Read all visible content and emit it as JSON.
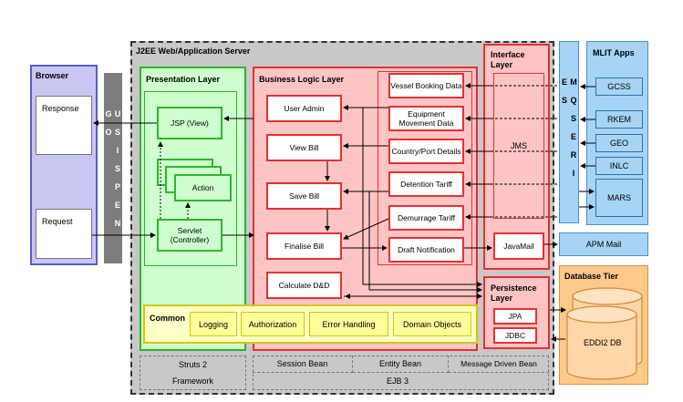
{
  "server": {
    "title": "J2EE Web/Application Server"
  },
  "browser": {
    "title": "Browser",
    "response": "Response",
    "request": "Request"
  },
  "usi": {
    "text": "U S I   S P E N G O"
  },
  "presentation": {
    "title": "Presentation Layer",
    "jsp": "JSP (View)",
    "action": "Action",
    "servlet": "Servlet (Controller)"
  },
  "business": {
    "title": "Business Logic Layer",
    "user_admin": "User Admin",
    "view_bill": "View Bill",
    "save_bill": "Save Bill",
    "finalise_bill": "Finalise Bill",
    "calculate": "Calculate D&D",
    "vessel": "Vessel Booking Data",
    "equipment": "Equipment Movement Data",
    "country": "Country/Port Details",
    "detention": "Detention Tariff",
    "demurrage": "Demurrage Tariff",
    "draft": "Draft Notification"
  },
  "interface": {
    "title": "Interface Layer",
    "jms": "JMS",
    "javamail": "JavaMail"
  },
  "mq": {
    "text": "M Q   S E R I E S"
  },
  "mlit": {
    "title": "MLIT Apps",
    "apps": [
      "GCSS",
      "RKEM",
      "GEO",
      "INLC",
      "MARS"
    ]
  },
  "apm": {
    "label": "APM Mail"
  },
  "persistence": {
    "title": "Persistence Layer",
    "jpa": "JPA",
    "jdbc": "JDBC"
  },
  "database": {
    "title": "Database Tier",
    "db": "EDDI2 DB"
  },
  "common": {
    "title": "Common",
    "items": [
      "Logging",
      "Authorization",
      "Error Handling",
      "Domain Objects"
    ]
  },
  "framework": {
    "struts": "Struts 2 Framework",
    "session_bean": "Session Bean",
    "entity_bean": "Entity Bean",
    "mdb": "Message Driven Bean",
    "ejb": "EJB 3"
  }
}
